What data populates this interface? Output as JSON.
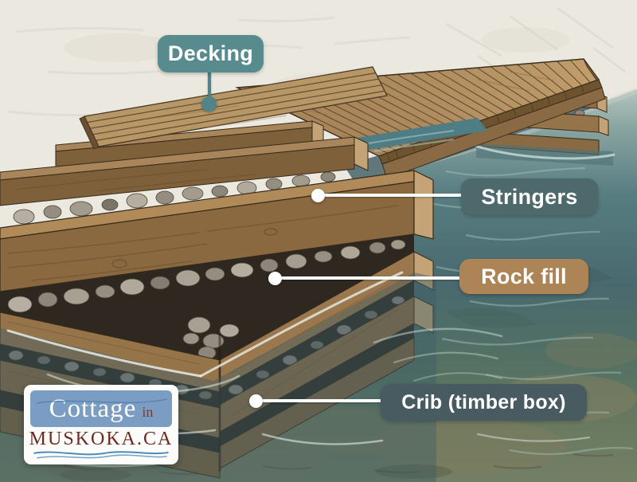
{
  "diagram_subject": "crib dock cross-section illustration",
  "callouts": {
    "decking": {
      "label": "Decking",
      "badge_color": "#578b8e"
    },
    "stringers": {
      "label": "Stringers",
      "badge_color": "#4d696b"
    },
    "rock_fill": {
      "label": "Rock fill",
      "badge_color": "#ac8455"
    },
    "crib": {
      "label": "Crib (timber box)",
      "badge_color": "#485b60"
    }
  },
  "logo": {
    "word_main": "Cottage",
    "word_small": "in",
    "domain": "MUSKOKA.CA",
    "box_color": "#7b9dc4",
    "domain_color": "#6e2a1f"
  },
  "colors": {
    "wall": "#ebe8e0",
    "water_deep": "#49696e",
    "water_shallow": "#6d7d66",
    "wood_deck": "#b3905f",
    "wood_dark": "#8a6840",
    "leader_teal": "#4f858a",
    "leader_white": "#ffffff"
  }
}
